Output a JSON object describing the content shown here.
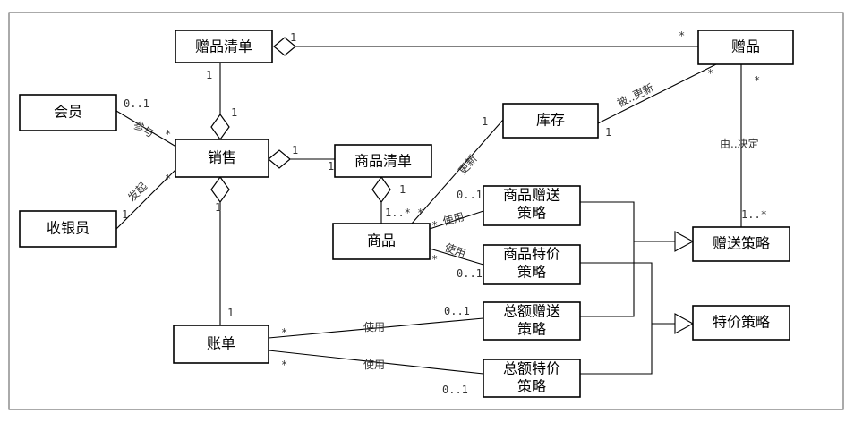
{
  "classes": {
    "gift_list": "赠品清单",
    "gift": "赠品",
    "member": "会员",
    "sale": "销售",
    "goods_list": "商品清单",
    "inventory": "库存",
    "cashier": "收银员",
    "goods": "商品",
    "goods_gift_strategy_1": "商品赠送",
    "goods_gift_strategy_2": "策略",
    "goods_special_strategy_1": "商品特价",
    "goods_special_strategy_2": "策略",
    "gift_strategy": "赠送策略",
    "total_gift_strategy_1": "总额赠送",
    "total_gift_strategy_2": "策略",
    "special_strategy": "特价策略",
    "bill": "账单",
    "total_special_strategy_1": "总额特价",
    "total_special_strategy_2": "策略"
  },
  "roles": {
    "participate": "参与",
    "initiate": "发起",
    "updated_by": "被..更新",
    "update": "更新",
    "decided_by": "由..决定",
    "use_goods_gift": "使用",
    "use_goods_special": "使用",
    "use_total_gift": "使用",
    "use_total_special": "使用"
  },
  "multiplicities": {
    "giftlist_gift_1": "1",
    "giftlist_gift_star": "*",
    "giftlist_sale_top": "1",
    "giftlist_sale_bottom": "1",
    "member_01": "0..1",
    "member_sale_star": "*",
    "cashier_1": "1",
    "cashier_sale_star": "*",
    "sale_goodslist_1a": "1",
    "sale_goodslist_1b": "1",
    "sale_bill_1top": "1",
    "sale_bill_1bottom": "1",
    "inv_goods_1": "1",
    "inv_gift_1": "1",
    "inv_gift_star": "*",
    "gift_strategy_star": "*",
    "strategy_1n": "1..*",
    "goodslist_1": "1",
    "goodslist_goods": "1..* *",
    "goods_ggs_01": "0..1",
    "goods_ggs_star": "*",
    "goods_gsp_star": "*",
    "goods_gsp_01": "0..1",
    "bill_tgs_star": "*",
    "bill_tgs_01": "0..1",
    "bill_tsp_star": "*",
    "bill_tsp_01": "0..1"
  }
}
